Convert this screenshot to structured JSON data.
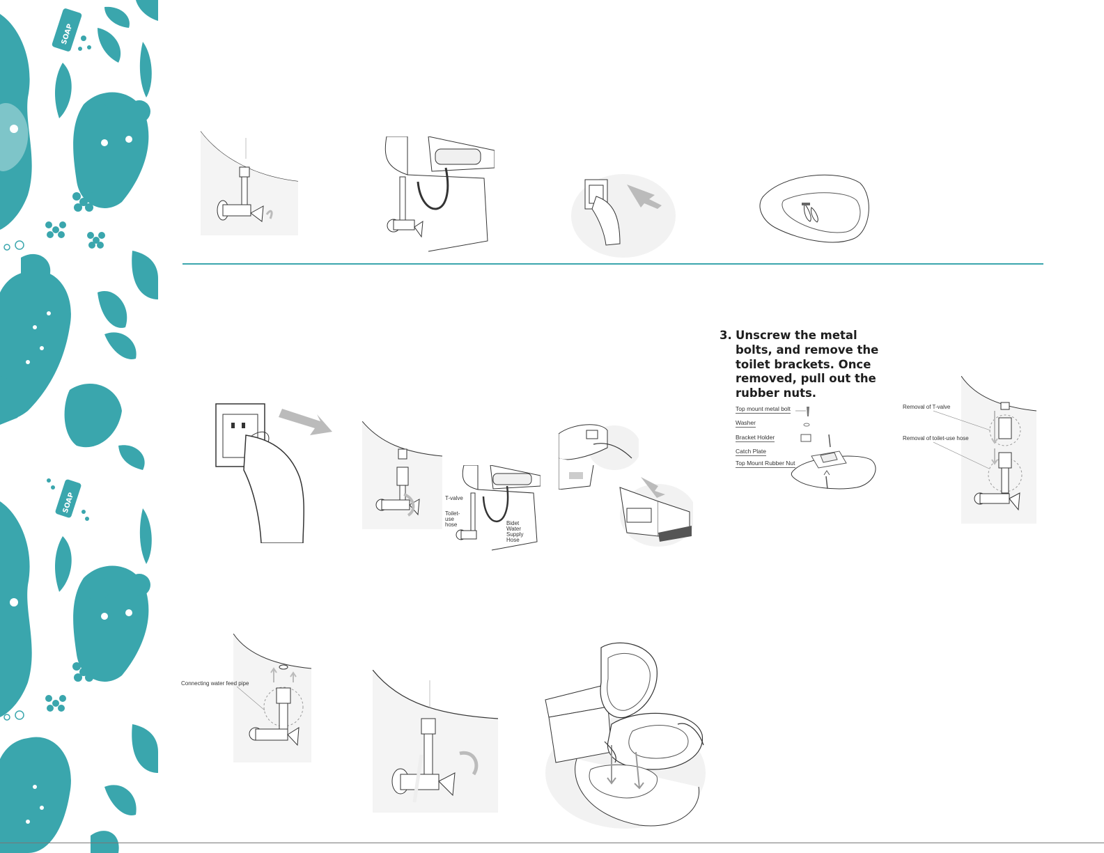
{
  "colors": {
    "accent": "#3aa6ad",
    "ink": "#1e1e1e",
    "line": "#333333"
  },
  "sidebar": {
    "soap_label_1": "SOAP",
    "soap_label_2": "SOAP"
  },
  "step3": {
    "number": "3.",
    "text": "Unscrew the metal bolts, and remove the toilet brackets. Once removed, pull out the rubber nuts."
  },
  "parts": [
    {
      "label": "Top mount metal bolt"
    },
    {
      "label": "Washer"
    },
    {
      "label": "Bracket Holder"
    },
    {
      "label": "Catch Plate"
    },
    {
      "label": "Top Mount Rubber Nut"
    }
  ],
  "hose_labels": {
    "tvalve": "T-valve",
    "toilet_hose": "Toilet-use hose",
    "bidet_hose": "Bidet Water Supply Hose"
  },
  "removal_labels": {
    "tvalve": "Removal of T-valve",
    "hose": "Removal of toilet-use hose"
  },
  "connect_label": "Connecting water feed pipe"
}
